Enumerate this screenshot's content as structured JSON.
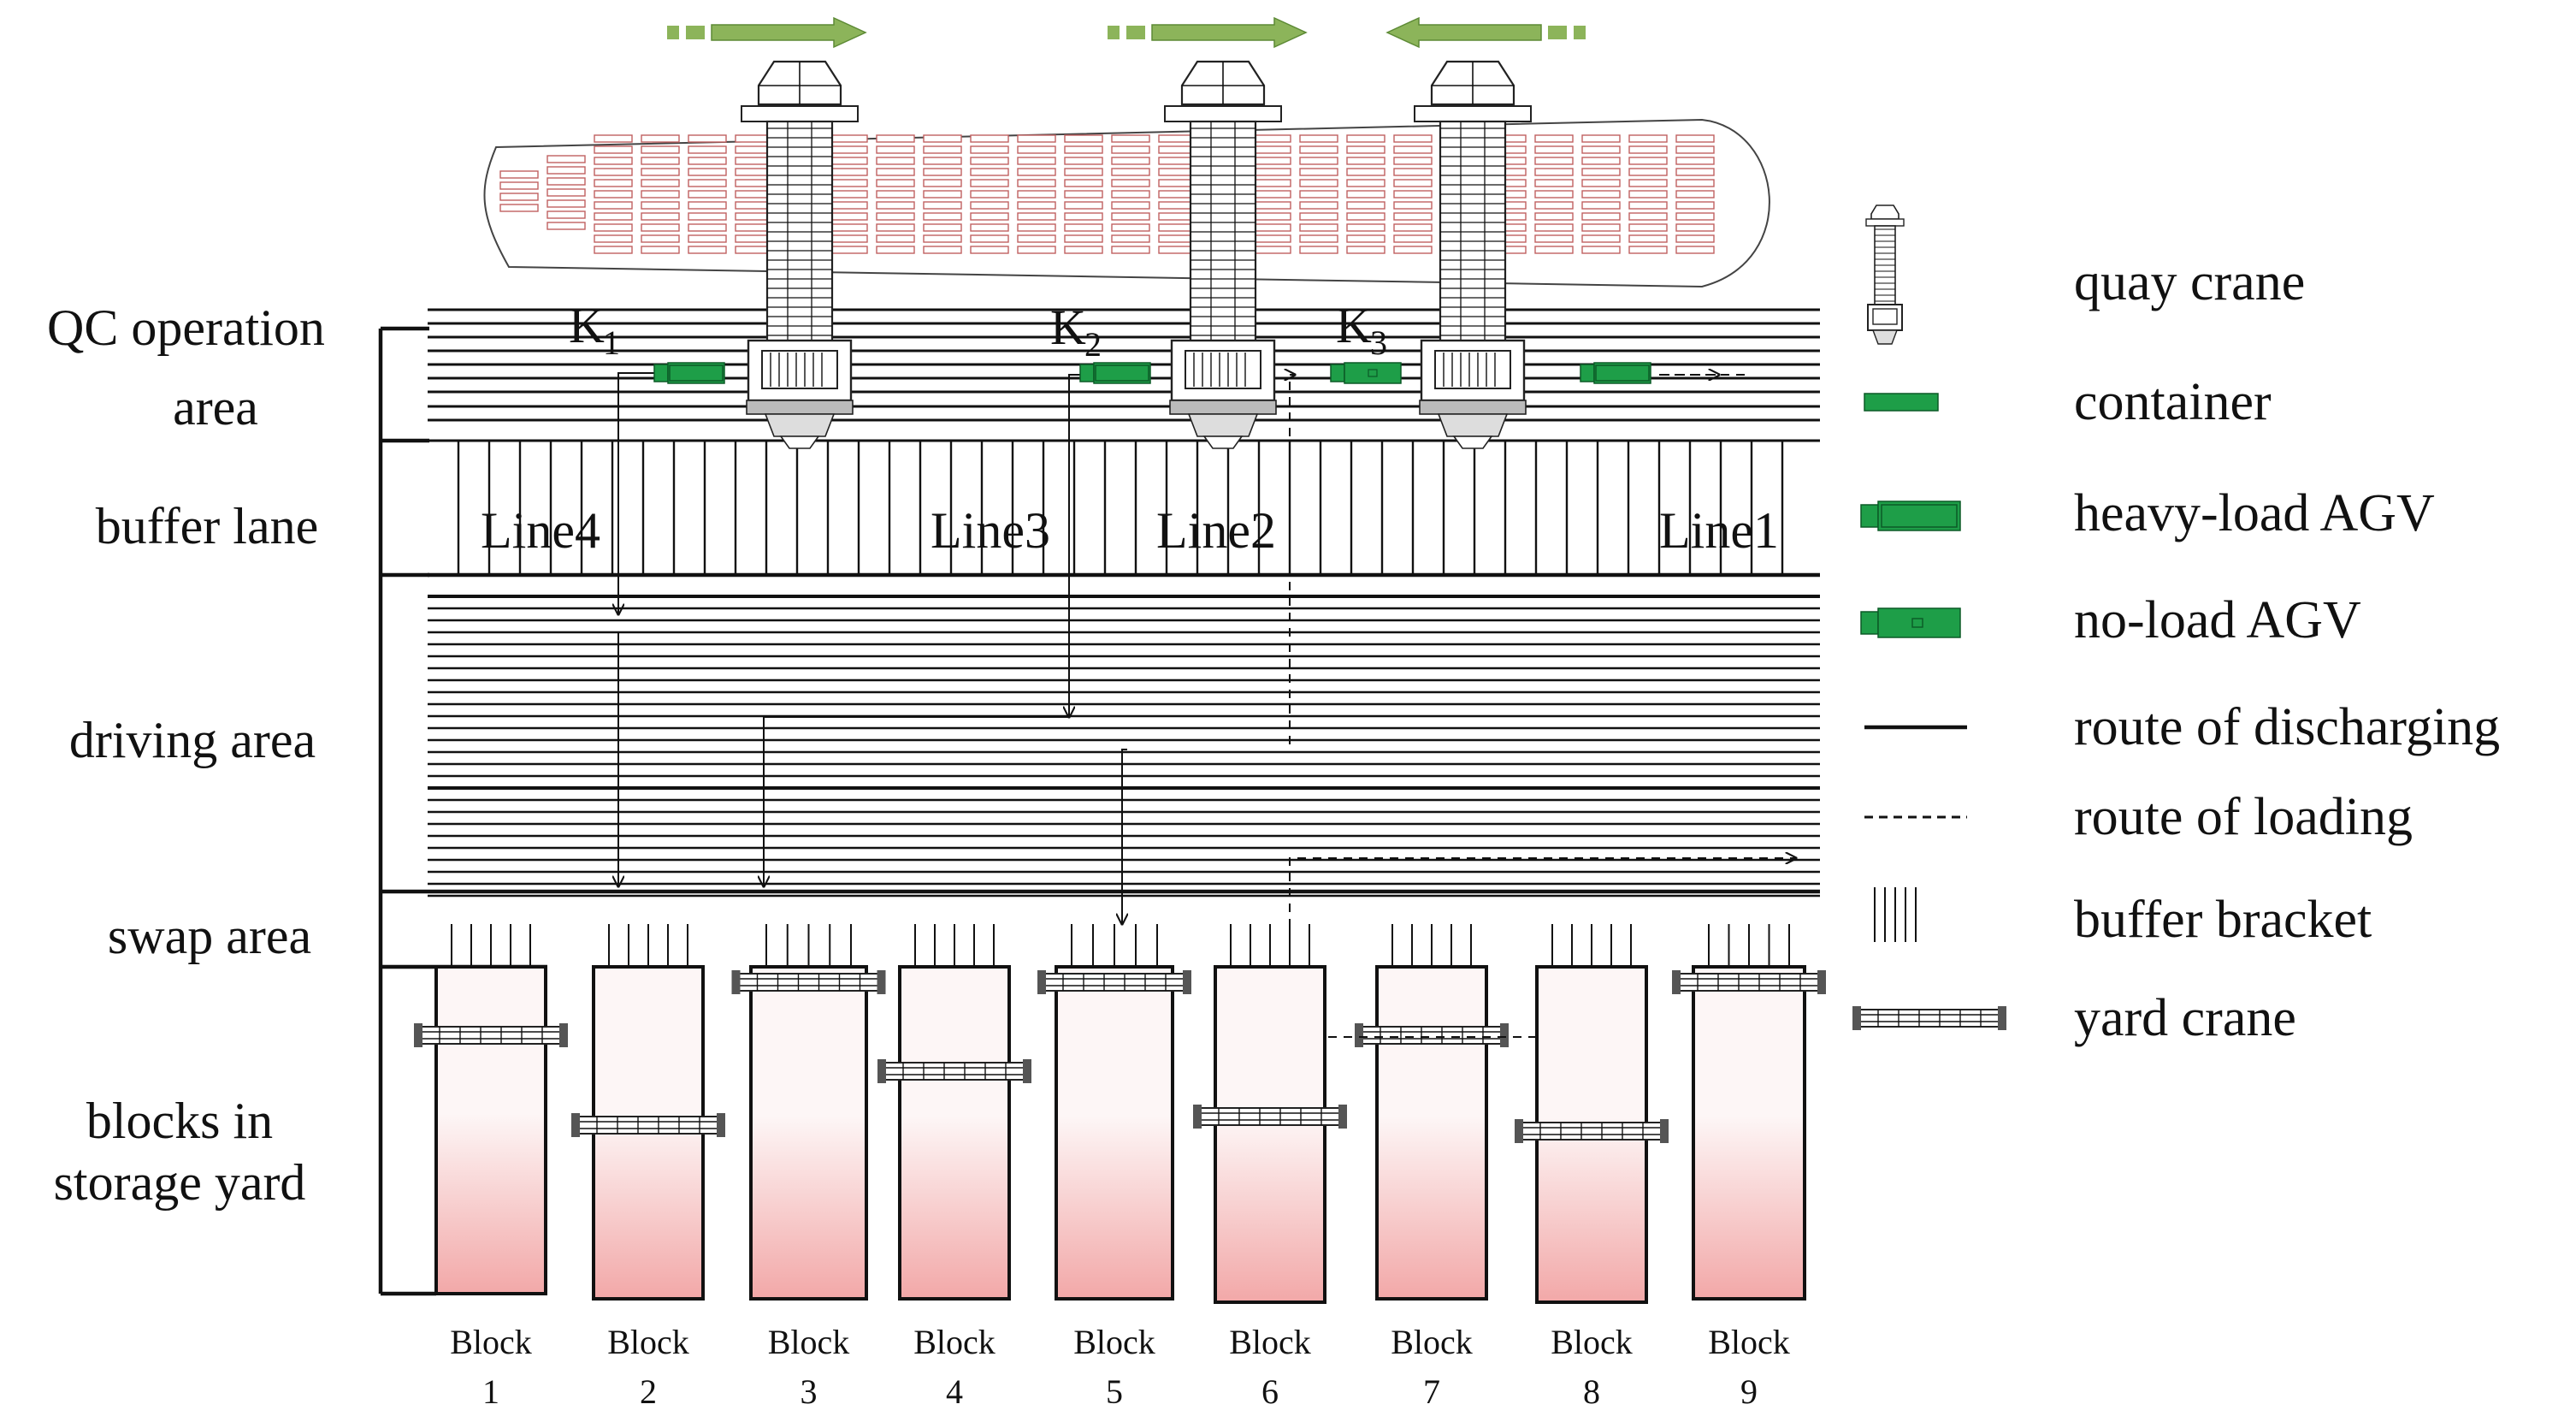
{
  "zones": [
    {
      "id": "qc",
      "lines": [
        "QC  operation",
        "area"
      ]
    },
    {
      "id": "buffer",
      "lines": [
        "buffer lane"
      ]
    },
    {
      "id": "driving",
      "lines": [
        "driving area"
      ]
    },
    {
      "id": "swap",
      "lines": [
        "swap area"
      ]
    },
    {
      "id": "blocks",
      "lines": [
        "blocks in",
        "storage yard"
      ]
    }
  ],
  "cranes": [
    {
      "id": "K1",
      "letter": "K",
      "sub": "1",
      "direction": "right"
    },
    {
      "id": "K2",
      "letter": "K",
      "sub": "2",
      "direction": "right"
    },
    {
      "id": "K3",
      "letter": "K",
      "sub": "3",
      "direction": "left"
    }
  ],
  "lines": [
    {
      "id": "line4",
      "label": "Line4"
    },
    {
      "id": "line3",
      "label": "Line3"
    },
    {
      "id": "line2",
      "label": "Line2"
    },
    {
      "id": "line1",
      "label": "Line1"
    }
  ],
  "blocks": [
    {
      "word": "Block",
      "num": "1"
    },
    {
      "word": "Block",
      "num": "2"
    },
    {
      "word": "Block",
      "num": "3"
    },
    {
      "word": "Block",
      "num": "4"
    },
    {
      "word": "Block",
      "num": "5"
    },
    {
      "word": "Block",
      "num": "6"
    },
    {
      "word": "Block",
      "num": "7"
    },
    {
      "word": "Block",
      "num": "8"
    },
    {
      "word": "Block",
      "num": "9"
    }
  ],
  "legend": [
    {
      "id": "quay-crane",
      "label": "quay crane",
      "icon": "quay-crane-icon"
    },
    {
      "id": "container",
      "label": "container",
      "icon": "container-icon"
    },
    {
      "id": "heavy-agv",
      "label": "heavy-load AGV",
      "icon": "heavy-agv-icon"
    },
    {
      "id": "noload-agv",
      "label": "no-load AGV",
      "icon": "noload-agv-icon"
    },
    {
      "id": "route-discharging",
      "label": "route of discharging",
      "icon": "solid-line-icon"
    },
    {
      "id": "route-loading",
      "label": "route of loading",
      "icon": "dashed-line-icon"
    },
    {
      "id": "buffer-bracket",
      "label": "buffer bracket",
      "icon": "bracket-icon"
    },
    {
      "id": "yard-crane",
      "label": "yard crane",
      "icon": "yard-crane-icon"
    }
  ],
  "colors": {
    "arrow": "#8cb45a",
    "agv": "#1e9e48",
    "container_stroke": "#c06060",
    "block_top": "#fdf6f6",
    "block_bottom": "#f2a8a8",
    "line": "#111111"
  }
}
